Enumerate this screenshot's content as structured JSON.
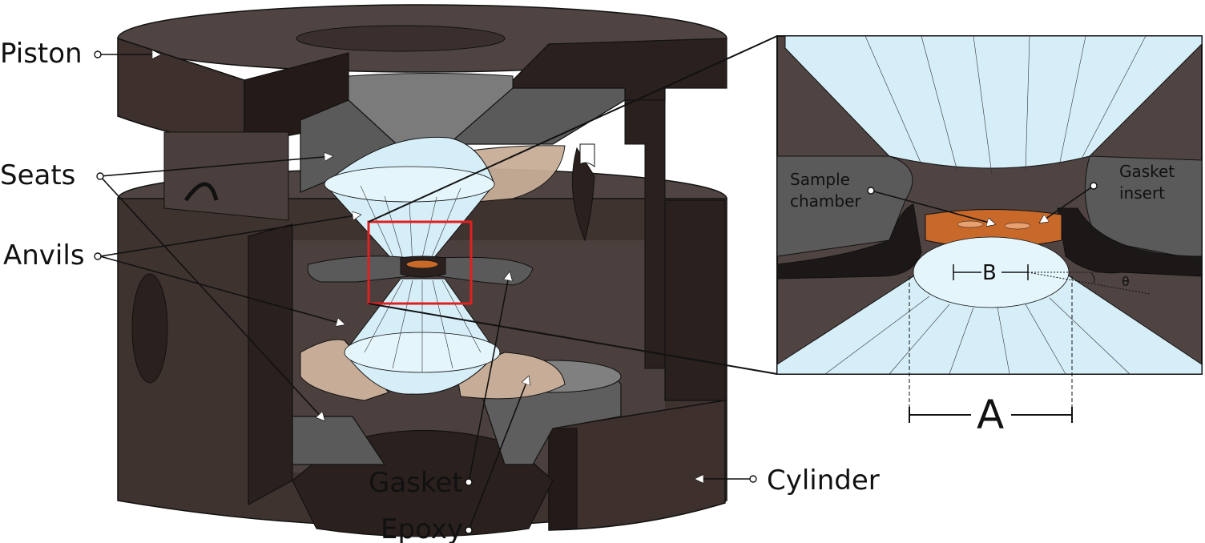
{
  "labels": {
    "piston": "Piston",
    "seats": "Seats",
    "anvils": "Anvils",
    "gasket": "Gasket",
    "epoxy": "Epoxy",
    "cylinder": "Cylinder",
    "sample_chamber_line1": "Sample",
    "sample_chamber_line2": "chamber",
    "gasket_insert_line1": "Gasket",
    "gasket_insert_line2": "insert",
    "dim_a": "A",
    "dim_b": "B",
    "theta": "θ"
  },
  "colors": {
    "body_dark": "#3d302d",
    "body_mid": "#4f4442",
    "body_face": "#2a201e",
    "seat_gray": "#5a5a5a",
    "seat_light": "#7b7b7b",
    "diamond": "#d6eef8",
    "epoxy": "#c7ad97",
    "gasket_copper": "#c8692a",
    "highlight_box": "#e02020",
    "line": "#111111"
  }
}
